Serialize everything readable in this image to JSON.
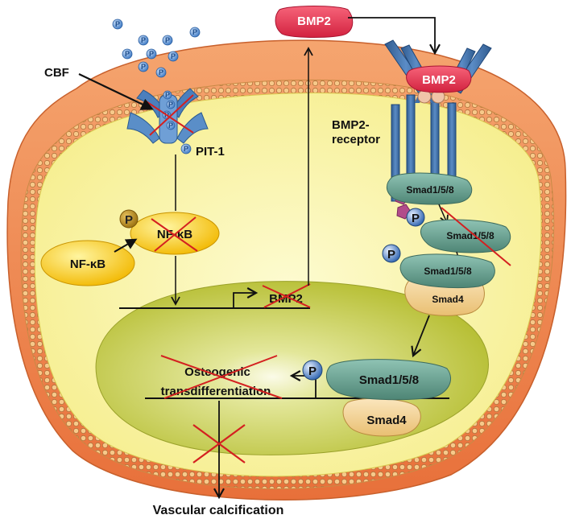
{
  "labels": {
    "bmp2_top": "BMP2",
    "bmp2_receptor_ligand": "BMP2",
    "receptor_line1": "BMP2-",
    "receptor_line2": "receptor",
    "cbf": "CBF",
    "pit1": "PIT-1",
    "nfkb_phospho": "NF-κB",
    "nfkb": "NF-κB",
    "bmp2_gene": "BMP2",
    "smad158_a": "Smad1/5/8",
    "smad158_b": "Smad1/5/8",
    "smad158_c": "Smad1/5/8",
    "smad158_nuclear": "Smad1/5/8",
    "smad4": "Smad4",
    "smad4_nuclear": "Smad4",
    "osteo_line1": "Osteogenic",
    "osteo_line2": "transdifferentiation",
    "vascular": "Vascular calcification",
    "phospho_letter": "P"
  },
  "colors": {
    "cell_outer": "#f08a4b",
    "cytoplasm": "#fbf6a8",
    "nucleus": "#c8cf4a",
    "inhibition_cross": "#d42020",
    "bmp2_ligand": "#e8304a",
    "receptor": "#3f6fa8",
    "smad158": "#5f9c8c",
    "smad4": "#f3d49b",
    "nfkb": "#f5c400",
    "phosphate": "#3b78c4"
  }
}
